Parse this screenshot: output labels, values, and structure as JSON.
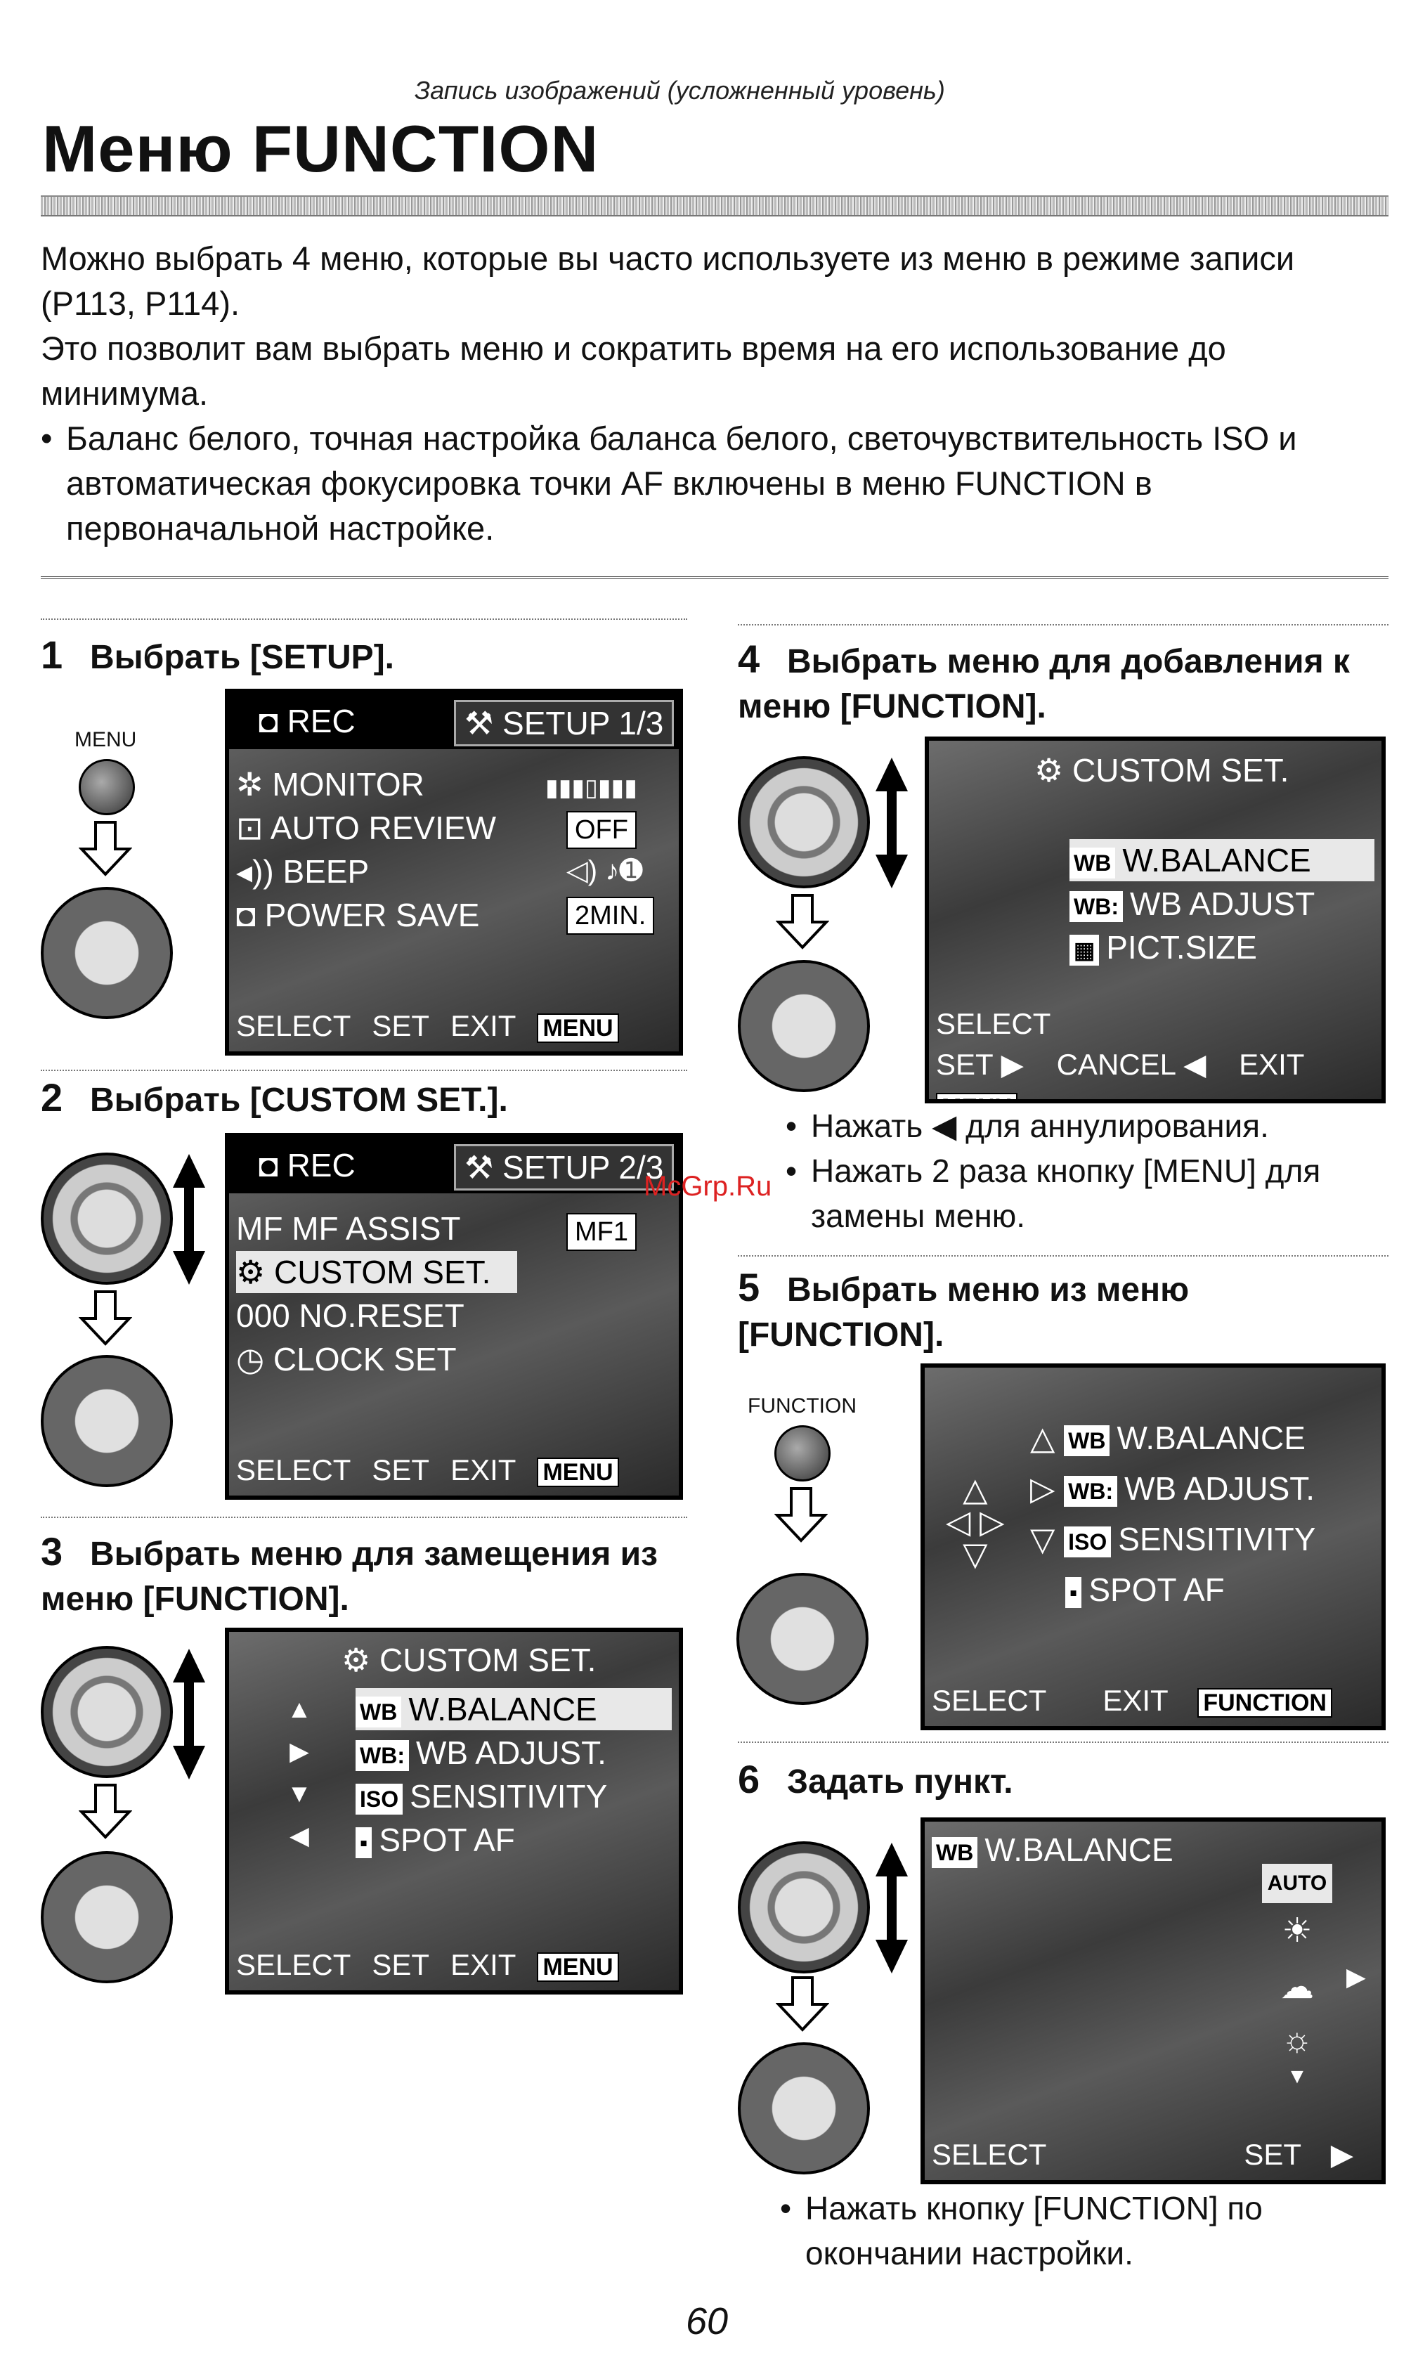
{
  "header": {
    "subtitle": "Запись изображений (усложненный уровень)",
    "title": "Меню FUNCTION"
  },
  "intro": {
    "p1": "Можно выбрать 4 меню, которые вы часто используете из меню в режиме записи (P113, P114).",
    "p2": "Это позволит вам выбрать меню и сократить время на его использование до минимума.",
    "bullet": "Баланс белого, точная настройка баланса белого, светочувствительность ISO и автоматическая фокусировка точки AF включены в меню FUNCTION в первоначальной настройке."
  },
  "steps": {
    "s1": {
      "num": "1",
      "title": "Выбрать [SETUP].",
      "button_label": "MENU"
    },
    "s2": {
      "num": "2",
      "title": "Выбрать [CUSTOM SET.]."
    },
    "s3": {
      "num": "3",
      "title": "Выбрать меню для замещения из меню [FUNCTION]."
    },
    "s4": {
      "num": "4",
      "title": "Выбрать меню для добавления к меню [FUNCTION].",
      "notes": [
        "Нажать ◀ для аннулирования.",
        "Нажать 2 раза кнопку [MENU] для замены меню."
      ]
    },
    "s5": {
      "num": "5",
      "title": "Выбрать меню из меню [FUNCTION].",
      "button_label": "FUNCTION"
    },
    "s6": {
      "num": "6",
      "title": "Задать пункт.",
      "notes": [
        "Нажать кнопку [FUNCTION] по окончании настройки."
      ]
    }
  },
  "screens": {
    "sc1": {
      "tab_rec": "REC",
      "tab_setup": "SETUP",
      "page": "1/3",
      "items": [
        "MONITOR",
        "AUTO REVIEW",
        "BEEP",
        "POWER SAVE"
      ],
      "values": [
        "OFF",
        "2MIN."
      ],
      "foot": [
        "SELECT",
        "SET",
        "EXIT",
        "MENU"
      ]
    },
    "sc2": {
      "tab_rec": "REC",
      "tab_setup": "SETUP",
      "page": "2/3",
      "items": [
        "MF ASSIST",
        "CUSTOM SET.",
        "NO.RESET",
        "CLOCK SET"
      ],
      "values": [
        "MF1"
      ],
      "foot": [
        "SELECT",
        "SET",
        "EXIT",
        "MENU"
      ]
    },
    "sc3": {
      "header": "CUSTOM SET.",
      "items": [
        "W.BALANCE",
        "WB ADJUST.",
        "SENSITIVITY",
        "SPOT AF"
      ],
      "icons": [
        "WB",
        "WB:",
        "ISO",
        "▪"
      ],
      "foot": [
        "SELECT",
        "SET",
        "EXIT",
        "MENU"
      ]
    },
    "sc4": {
      "header": "CUSTOM SET.",
      "items": [
        "W.BALANCE",
        "WB ADJUST",
        "PICT.SIZE"
      ],
      "icons": [
        "WB",
        "WB:",
        "▦"
      ],
      "foot": [
        "SELECT",
        "SET",
        "CANCEL",
        "EXIT",
        "MENU"
      ]
    },
    "sc5": {
      "items": [
        "W.BALANCE",
        "WB ADJUST.",
        "SENSITIVITY",
        "SPOT AF"
      ],
      "icons": [
        "WB",
        "WB:",
        "ISO",
        "▪"
      ],
      "foot": [
        "SELECT",
        "EXIT",
        "FUNCTION"
      ]
    },
    "sc6": {
      "header": "W.BALANCE",
      "header_icon": "WB",
      "auto": "AUTO",
      "foot": [
        "SELECT",
        "SET"
      ]
    }
  },
  "watermark": "McGrp.Ru",
  "page_number": "60"
}
